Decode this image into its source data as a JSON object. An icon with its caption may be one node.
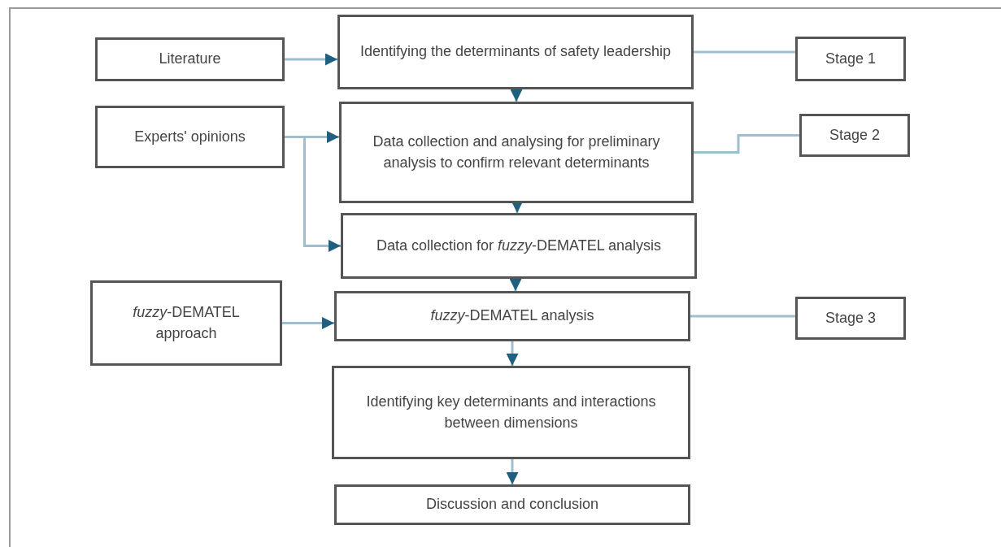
{
  "diagram": {
    "nodes": [
      {
        "text": [
          "Literature"
        ]
      },
      {
        "text": [
          "Identifying the determinants of safety leadership"
        ]
      },
      {
        "text": [
          "Stage 1"
        ]
      },
      {
        "text": [
          "Experts' opinions"
        ]
      },
      {
        "text": [
          "Data collection and analysing for preliminary analysis to confirm relevant determinants"
        ]
      },
      {
        "text": [
          "Stage 2"
        ]
      },
      {
        "text": [
          "Data collection for *fuzzy*-DEMATEL analysis"
        ]
      },
      {
        "text": [
          "*fuzzy*-DEMATEL approach"
        ]
      },
      {
        "text": [
          "*fuzzy*-DEMATEL analysis"
        ]
      },
      {
        "text": [
          "Stage 3"
        ]
      },
      {
        "text": [
          "Identifying key determinants and interactions between dimensions"
        ]
      },
      {
        "text": [
          "Discussion and conclusion"
        ]
      }
    ],
    "edges": [
      {
        "from": 0,
        "to": 1,
        "arrow": "to"
      },
      {
        "from": 1,
        "to": 2,
        "arrow": "none"
      },
      {
        "from": 1,
        "to": 4,
        "arrow": "to"
      },
      {
        "from": 3,
        "to": 4,
        "arrow": "to"
      },
      {
        "from": 3,
        "to": 6,
        "arrow": "to"
      },
      {
        "from": 4,
        "to": 5,
        "arrow": "none"
      },
      {
        "from": 4,
        "to": 6,
        "arrow": "to"
      },
      {
        "from": 6,
        "to": 8,
        "arrow": "to"
      },
      {
        "from": 7,
        "to": 8,
        "arrow": "to"
      },
      {
        "from": 8,
        "to": 9,
        "arrow": "none"
      },
      {
        "from": 8,
        "to": 10,
        "arrow": "to"
      },
      {
        "from": 10,
        "to": 11,
        "arrow": "to"
      }
    ]
  }
}
